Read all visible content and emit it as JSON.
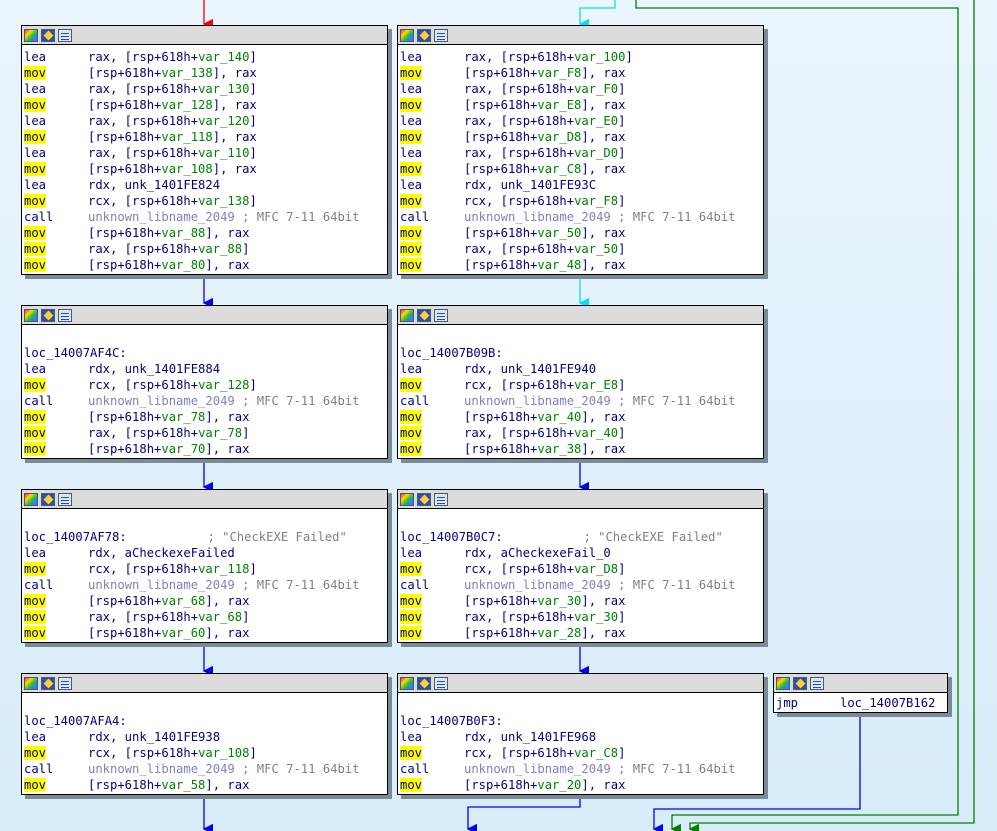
{
  "blocks": [
    {
      "lines": [
        {
          "m": "lea",
          "ops": [
            {
              "t": "rax, [rsp+618h+"
            },
            {
              "t": "var_140",
              "c": "v"
            },
            {
              "t": "]"
            }
          ]
        },
        {
          "m": "mov",
          "hl": true,
          "ops": [
            {
              "t": "[rsp+618h+"
            },
            {
              "t": "var_138",
              "c": "v"
            },
            {
              "t": "], rax"
            }
          ]
        },
        {
          "m": "lea",
          "ops": [
            {
              "t": "rax, [rsp+618h+"
            },
            {
              "t": "var_130",
              "c": "v"
            },
            {
              "t": "]"
            }
          ]
        },
        {
          "m": "mov",
          "hl": true,
          "ops": [
            {
              "t": "[rsp+618h+"
            },
            {
              "t": "var_128",
              "c": "v"
            },
            {
              "t": "], rax"
            }
          ]
        },
        {
          "m": "lea",
          "ops": [
            {
              "t": "rax, [rsp+618h+"
            },
            {
              "t": "var_120",
              "c": "v"
            },
            {
              "t": "]"
            }
          ]
        },
        {
          "m": "mov",
          "hl": true,
          "ops": [
            {
              "t": "[rsp+618h+"
            },
            {
              "t": "var_118",
              "c": "v"
            },
            {
              "t": "], rax"
            }
          ]
        },
        {
          "m": "lea",
          "ops": [
            {
              "t": "rax, [rsp+618h+"
            },
            {
              "t": "var_110",
              "c": "v"
            },
            {
              "t": "]"
            }
          ]
        },
        {
          "m": "mov",
          "hl": true,
          "ops": [
            {
              "t": "[rsp+618h+"
            },
            {
              "t": "var_108",
              "c": "v"
            },
            {
              "t": "], rax"
            }
          ]
        },
        {
          "m": "lea",
          "ops": [
            {
              "t": "rdx, unk_1401FE824"
            }
          ]
        },
        {
          "m": "mov",
          "hl": true,
          "ops": [
            {
              "t": "rcx, [rsp+618h+"
            },
            {
              "t": "var_138",
              "c": "v"
            },
            {
              "t": "]"
            }
          ]
        },
        {
          "m": "call",
          "ops": [
            {
              "t": "unknown_libname_2049",
              "c": "fn"
            },
            {
              "t": " ; MFC 7-11 64bit",
              "c": "cm"
            }
          ]
        },
        {
          "m": "mov",
          "hl": true,
          "ops": [
            {
              "t": "[rsp+618h+"
            },
            {
              "t": "var_88",
              "c": "v"
            },
            {
              "t": "], rax"
            }
          ]
        },
        {
          "m": "mov",
          "hl": true,
          "ops": [
            {
              "t": "rax, [rsp+618h+"
            },
            {
              "t": "var_88",
              "c": "v"
            },
            {
              "t": "]"
            }
          ]
        },
        {
          "m": "mov",
          "hl": true,
          "ops": [
            {
              "t": "[rsp+618h+"
            },
            {
              "t": "var_80",
              "c": "v"
            },
            {
              "t": "], rax"
            }
          ]
        }
      ]
    },
    {
      "lines": [
        {
          "m": "lea",
          "ops": [
            {
              "t": "rax, [rsp+618h+"
            },
            {
              "t": "var_100",
              "c": "v"
            },
            {
              "t": "]"
            }
          ]
        },
        {
          "m": "mov",
          "hl": true,
          "ops": [
            {
              "t": "[rsp+618h+"
            },
            {
              "t": "var_F8",
              "c": "v"
            },
            {
              "t": "], rax"
            }
          ]
        },
        {
          "m": "lea",
          "ops": [
            {
              "t": "rax, [rsp+618h+"
            },
            {
              "t": "var_F0",
              "c": "v"
            },
            {
              "t": "]"
            }
          ]
        },
        {
          "m": "mov",
          "hl": true,
          "ops": [
            {
              "t": "[rsp+618h+"
            },
            {
              "t": "var_E8",
              "c": "v"
            },
            {
              "t": "], rax"
            }
          ]
        },
        {
          "m": "lea",
          "ops": [
            {
              "t": "rax, [rsp+618h+"
            },
            {
              "t": "var_E0",
              "c": "v"
            },
            {
              "t": "]"
            }
          ]
        },
        {
          "m": "mov",
          "hl": true,
          "ops": [
            {
              "t": "[rsp+618h+"
            },
            {
              "t": "var_D8",
              "c": "v"
            },
            {
              "t": "], rax"
            }
          ]
        },
        {
          "m": "lea",
          "ops": [
            {
              "t": "rax, [rsp+618h+"
            },
            {
              "t": "var_D0",
              "c": "v"
            },
            {
              "t": "]"
            }
          ]
        },
        {
          "m": "mov",
          "hl": true,
          "ops": [
            {
              "t": "[rsp+618h+"
            },
            {
              "t": "var_C8",
              "c": "v"
            },
            {
              "t": "], rax"
            }
          ]
        },
        {
          "m": "lea",
          "ops": [
            {
              "t": "rdx, unk_1401FE93C"
            }
          ]
        },
        {
          "m": "mov",
          "hl": true,
          "ops": [
            {
              "t": "rcx, [rsp+618h+"
            },
            {
              "t": "var_F8",
              "c": "v"
            },
            {
              "t": "]"
            }
          ]
        },
        {
          "m": "call",
          "ops": [
            {
              "t": "unknown_libname_2049",
              "c": "fn"
            },
            {
              "t": " ; MFC 7-11 64bit",
              "c": "cm"
            }
          ]
        },
        {
          "m": "mov",
          "hl": true,
          "ops": [
            {
              "t": "[rsp+618h+"
            },
            {
              "t": "var_50",
              "c": "v"
            },
            {
              "t": "], rax"
            }
          ]
        },
        {
          "m": "mov",
          "hl": true,
          "ops": [
            {
              "t": "rax, [rsp+618h+"
            },
            {
              "t": "var_50",
              "c": "v"
            },
            {
              "t": "]"
            }
          ]
        },
        {
          "m": "mov",
          "hl": true,
          "ops": [
            {
              "t": "[rsp+618h+"
            },
            {
              "t": "var_48",
              "c": "v"
            },
            {
              "t": "], rax"
            }
          ]
        }
      ]
    },
    {
      "lines": [
        {
          "m": "",
          "ops": []
        },
        {
          "label": "loc_14007AF4C:"
        },
        {
          "m": "lea",
          "ops": [
            {
              "t": "rdx, unk_1401FE884"
            }
          ]
        },
        {
          "m": "mov",
          "hl": true,
          "ops": [
            {
              "t": "rcx, [rsp+618h+"
            },
            {
              "t": "var_128",
              "c": "v"
            },
            {
              "t": "]"
            }
          ]
        },
        {
          "m": "call",
          "ops": [
            {
              "t": "unknown_libname_2049",
              "c": "fn"
            },
            {
              "t": " ; MFC 7-11 64bit",
              "c": "cm"
            }
          ]
        },
        {
          "m": "mov",
          "hl": true,
          "ops": [
            {
              "t": "[rsp+618h+"
            },
            {
              "t": "var_78",
              "c": "v"
            },
            {
              "t": "], rax"
            }
          ]
        },
        {
          "m": "mov",
          "hl": true,
          "ops": [
            {
              "t": "rax, [rsp+618h+"
            },
            {
              "t": "var_78",
              "c": "v"
            },
            {
              "t": "]"
            }
          ]
        },
        {
          "m": "mov",
          "hl": true,
          "ops": [
            {
              "t": "[rsp+618h+"
            },
            {
              "t": "var_70",
              "c": "v"
            },
            {
              "t": "], rax"
            }
          ]
        }
      ]
    },
    {
      "lines": [
        {
          "m": "",
          "ops": []
        },
        {
          "label": "loc_14007B09B:"
        },
        {
          "m": "lea",
          "ops": [
            {
              "t": "rdx, unk_1401FE940"
            }
          ]
        },
        {
          "m": "mov",
          "hl": true,
          "ops": [
            {
              "t": "rcx, [rsp+618h+"
            },
            {
              "t": "var_E8",
              "c": "v"
            },
            {
              "t": "]"
            }
          ]
        },
        {
          "m": "call",
          "ops": [
            {
              "t": "unknown_libname_2049",
              "c": "fn"
            },
            {
              "t": " ; MFC 7-11 64bit",
              "c": "cm"
            }
          ]
        },
        {
          "m": "mov",
          "hl": true,
          "ops": [
            {
              "t": "[rsp+618h+"
            },
            {
              "t": "var_40",
              "c": "v"
            },
            {
              "t": "], rax"
            }
          ]
        },
        {
          "m": "mov",
          "hl": true,
          "ops": [
            {
              "t": "rax, [rsp+618h+"
            },
            {
              "t": "var_40",
              "c": "v"
            },
            {
              "t": "]"
            }
          ]
        },
        {
          "m": "mov",
          "hl": true,
          "ops": [
            {
              "t": "[rsp+618h+"
            },
            {
              "t": "var_38",
              "c": "v"
            },
            {
              "t": "], rax"
            }
          ]
        }
      ]
    },
    {
      "lines": [
        {
          "m": "",
          "ops": []
        },
        {
          "label": "loc_14007AF78:",
          "comment": "           ; \"CheckEXE Failed\""
        },
        {
          "m": "lea",
          "ops": [
            {
              "t": "rdx, aCheckexeFailed"
            }
          ]
        },
        {
          "m": "mov",
          "hl": true,
          "ops": [
            {
              "t": "rcx, [rsp+618h+"
            },
            {
              "t": "var_118",
              "c": "v"
            },
            {
              "t": "]"
            }
          ]
        },
        {
          "m": "call",
          "ops": [
            {
              "t": "unknown_libname_2049",
              "c": "fn"
            },
            {
              "t": " ; MFC 7-11 64bit",
              "c": "cm"
            }
          ]
        },
        {
          "m": "mov",
          "hl": true,
          "ops": [
            {
              "t": "[rsp+618h+"
            },
            {
              "t": "var_68",
              "c": "v"
            },
            {
              "t": "], rax"
            }
          ]
        },
        {
          "m": "mov",
          "hl": true,
          "ops": [
            {
              "t": "rax, [rsp+618h+"
            },
            {
              "t": "var_68",
              "c": "v"
            },
            {
              "t": "]"
            }
          ]
        },
        {
          "m": "mov",
          "hl": true,
          "ops": [
            {
              "t": "[rsp+618h+"
            },
            {
              "t": "var_60",
              "c": "v"
            },
            {
              "t": "], rax"
            }
          ]
        }
      ]
    },
    {
      "lines": [
        {
          "m": "",
          "ops": []
        },
        {
          "label": "loc_14007B0C7:",
          "comment": "           ; \"CheckEXE Failed\""
        },
        {
          "m": "lea",
          "ops": [
            {
              "t": "rdx, aCheckexeFail_0"
            }
          ]
        },
        {
          "m": "mov",
          "hl": true,
          "ops": [
            {
              "t": "rcx, [rsp+618h+"
            },
            {
              "t": "var_D8",
              "c": "v"
            },
            {
              "t": "]"
            }
          ]
        },
        {
          "m": "call",
          "ops": [
            {
              "t": "unknown_libname_2049",
              "c": "fn"
            },
            {
              "t": " ; MFC 7-11 64bit",
              "c": "cm"
            }
          ]
        },
        {
          "m": "mov",
          "hl": true,
          "ops": [
            {
              "t": "[rsp+618h+"
            },
            {
              "t": "var_30",
              "c": "v"
            },
            {
              "t": "], rax"
            }
          ]
        },
        {
          "m": "mov",
          "hl": true,
          "ops": [
            {
              "t": "rax, [rsp+618h+"
            },
            {
              "t": "var_30",
              "c": "v"
            },
            {
              "t": "]"
            }
          ]
        },
        {
          "m": "mov",
          "hl": true,
          "ops": [
            {
              "t": "[rsp+618h+"
            },
            {
              "t": "var_28",
              "c": "v"
            },
            {
              "t": "], rax"
            }
          ]
        }
      ]
    },
    {
      "lines": [
        {
          "m": "",
          "ops": []
        },
        {
          "label": "loc_14007AFA4:"
        },
        {
          "m": "lea",
          "ops": [
            {
              "t": "rdx, unk_1401FE938"
            }
          ]
        },
        {
          "m": "mov",
          "hl": true,
          "ops": [
            {
              "t": "rcx, [rsp+618h+"
            },
            {
              "t": "var_108",
              "c": "v"
            },
            {
              "t": "]"
            }
          ]
        },
        {
          "m": "call",
          "ops": [
            {
              "t": "unknown_libname_2049",
              "c": "fn"
            },
            {
              "t": " ; MFC 7-11 64bit",
              "c": "cm"
            }
          ]
        },
        {
          "m": "mov",
          "hl": true,
          "ops": [
            {
              "t": "[rsp+618h+"
            },
            {
              "t": "var_58",
              "c": "v"
            },
            {
              "t": "], rax"
            }
          ]
        }
      ]
    },
    {
      "lines": [
        {
          "m": "",
          "ops": []
        },
        {
          "label": "loc_14007B0F3:"
        },
        {
          "m": "lea",
          "ops": [
            {
              "t": "rdx, unk_1401FE968"
            }
          ]
        },
        {
          "m": "mov",
          "hl": true,
          "ops": [
            {
              "t": "rcx, [rsp+618h+"
            },
            {
              "t": "var_C8",
              "c": "v"
            },
            {
              "t": "]"
            }
          ]
        },
        {
          "m": "call",
          "ops": [
            {
              "t": "unknown_libname_2049",
              "c": "fn"
            },
            {
              "t": " ; MFC 7-11 64bit",
              "c": "cm"
            }
          ]
        },
        {
          "m": "mov",
          "hl": true,
          "ops": [
            {
              "t": "[rsp+618h+"
            },
            {
              "t": "var_20",
              "c": "v"
            },
            {
              "t": "], rax"
            }
          ]
        }
      ]
    },
    {
      "lines": [
        {
          "m": "jmp",
          "ops": [
            {
              "t": "loc_14007B162"
            }
          ]
        }
      ]
    }
  ],
  "colors": {
    "background": "#e8f4fc",
    "edge_blue": "#0000ff",
    "edge_cyan": "#00e0ff",
    "edge_green": "#008000",
    "edge_red": "#ff0000",
    "mnemonic_highlight": "#ffff00"
  },
  "icons": [
    "block-color-icon",
    "rename-icon",
    "graph-overview-icon"
  ]
}
